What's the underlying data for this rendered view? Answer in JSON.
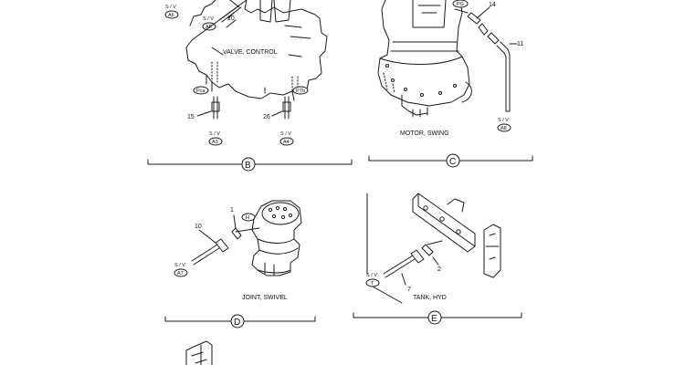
{
  "panels": {
    "valve_control": {
      "caption": "VALVE, CONTROL",
      "section": "B",
      "callouts": [
        {
          "sv": "S / V",
          "code": "A6"
        },
        {
          "sv": "S / V",
          "code": "A5"
        },
        {
          "sv": "S / V",
          "code": "A3"
        },
        {
          "sv": "S / V",
          "code": "A4"
        }
      ],
      "ports": [
        "Pca",
        "PTb"
      ],
      "part_numbers": [
        "10",
        "15",
        "26"
      ]
    },
    "motor_swing": {
      "caption": "MOTOR, SWING",
      "section": "C",
      "callouts": [
        {
          "sv": "S / V",
          "code": "A8"
        }
      ],
      "ports": [
        "PG"
      ],
      "part_numbers": [
        "14",
        "11"
      ]
    },
    "joint_swivel": {
      "caption": "JOINT, SWIVEL",
      "section": "D",
      "callouts": [
        {
          "sv": "S / V",
          "code": "A7"
        }
      ],
      "ports": [
        "H"
      ],
      "part_numbers": [
        "1",
        "10"
      ]
    },
    "tank_hyd": {
      "caption": "TANK, HYD",
      "section": "E",
      "callouts": [
        {
          "sv": "S / V",
          "code": "T"
        }
      ],
      "part_numbers": [
        "2",
        "7"
      ]
    }
  }
}
